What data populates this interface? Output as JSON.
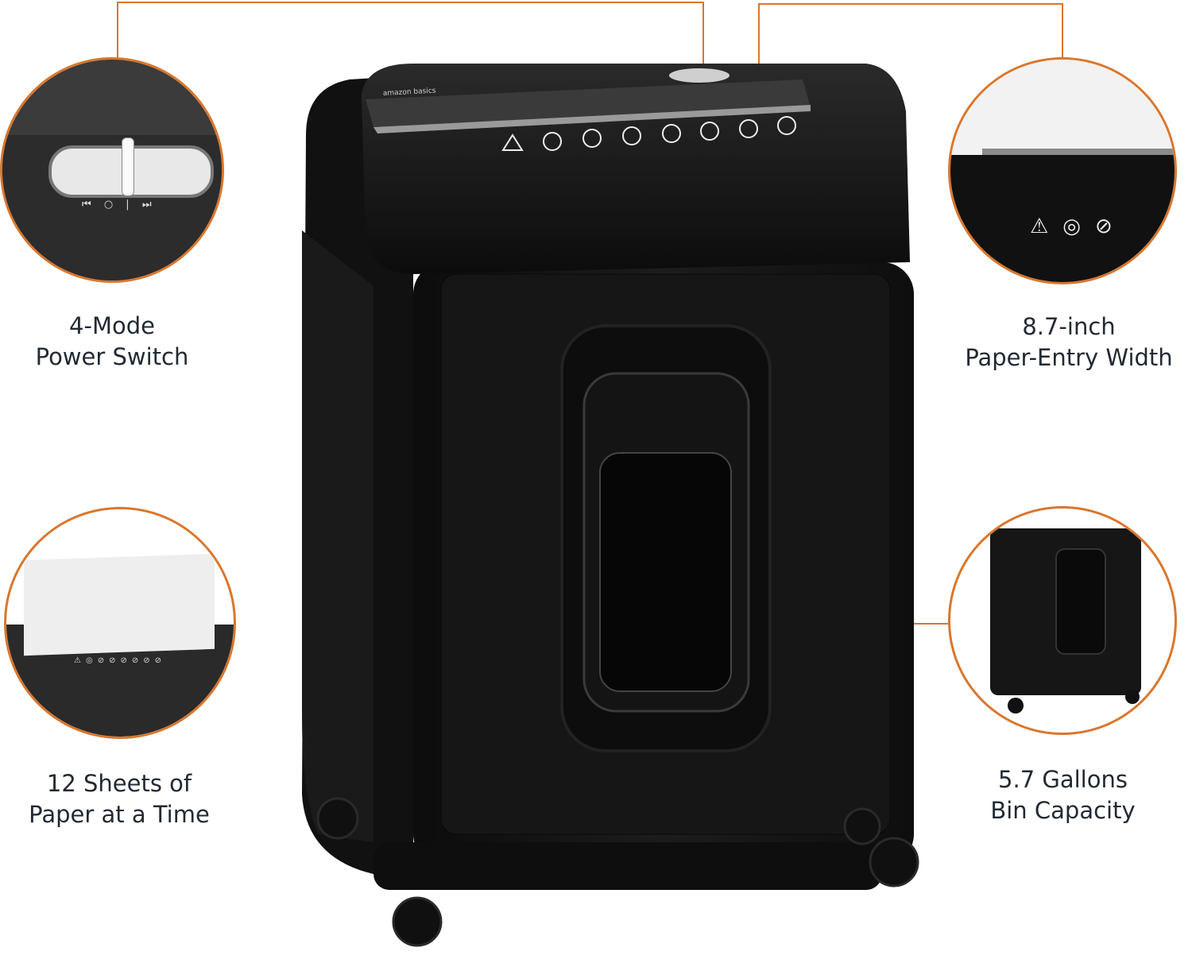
{
  "callouts": [
    {
      "line1": "4-Mode",
      "line2": "Power Switch"
    },
    {
      "line1": "8.7-inch",
      "line2": "Paper-Entry Width"
    },
    {
      "line1": "12 Sheets of",
      "line2": "Paper at a Time"
    },
    {
      "line1": "5.7 Gallons",
      "line2": "Bin Capacity"
    }
  ],
  "product": {
    "brand_logo": "amazon basics"
  },
  "colors": {
    "accent": "#d9772e",
    "body": "#141414",
    "text": "#222a33"
  },
  "icons": [
    "warning-icon",
    "no-book-icon",
    "no-hand-icon",
    "no-tie-icon",
    "no-hair-icon",
    "no-spray-icon",
    "no-child-icon",
    "no-pet-icon"
  ]
}
